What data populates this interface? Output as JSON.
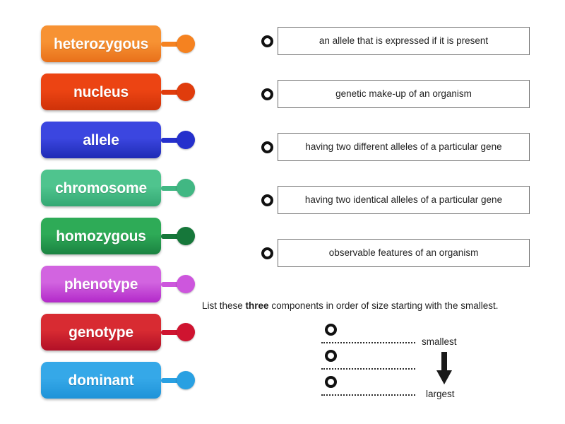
{
  "terms": [
    {
      "label": "heterozygous",
      "color_top": "#f79233",
      "color_bottom": "#e8701a",
      "knob": "#f58220"
    },
    {
      "label": "nucleus",
      "color_top": "#ec4413",
      "color_bottom": "#cf3209",
      "knob": "#e03c0c"
    },
    {
      "label": "allele",
      "color_top": "#3b46e0",
      "color_bottom": "#1f2bb5",
      "knob": "#2530cc"
    },
    {
      "label": "chromosome",
      "color_top": "#4fc48e",
      "color_bottom": "#34a873",
      "knob": "#41b783"
    },
    {
      "label": "homozygous",
      "color_top": "#2eab57",
      "color_bottom": "#1b8241",
      "knob": "#16773a"
    },
    {
      "label": "phenotype",
      "color_top": "#d264e0",
      "color_bottom": "#b229c9",
      "knob": "#cd56dd"
    },
    {
      "label": "genotype",
      "color_top": "#d82b32",
      "color_bottom": "#b21027",
      "knob": "#cf1430"
    },
    {
      "label": "dominant",
      "color_top": "#35a8e8",
      "color_bottom": "#1f93d8",
      "knob": "#29a0e2"
    }
  ],
  "definitions": [
    {
      "text": "an allele that is expressed if it is present"
    },
    {
      "text": "genetic make-up of an organism"
    },
    {
      "text": "having two different alleles of a particular gene"
    },
    {
      "text": "having two identical alleles of a particular gene"
    },
    {
      "text": "observable features of an organism"
    }
  ],
  "instruction": {
    "prefix": "List these ",
    "emphasis": "three",
    "suffix": " components in order of size starting with the smallest."
  },
  "ordering": {
    "slots": [
      {
        "line": ""
      },
      {
        "line": ""
      },
      {
        "line": ""
      }
    ],
    "top_label": "smallest",
    "bottom_label": "largest",
    "arrow_color": "#1a1a1a"
  },
  "style": {
    "box_border": "#6e6e6e",
    "target_ring": "#111111",
    "text_color": "#1f1f1f"
  }
}
